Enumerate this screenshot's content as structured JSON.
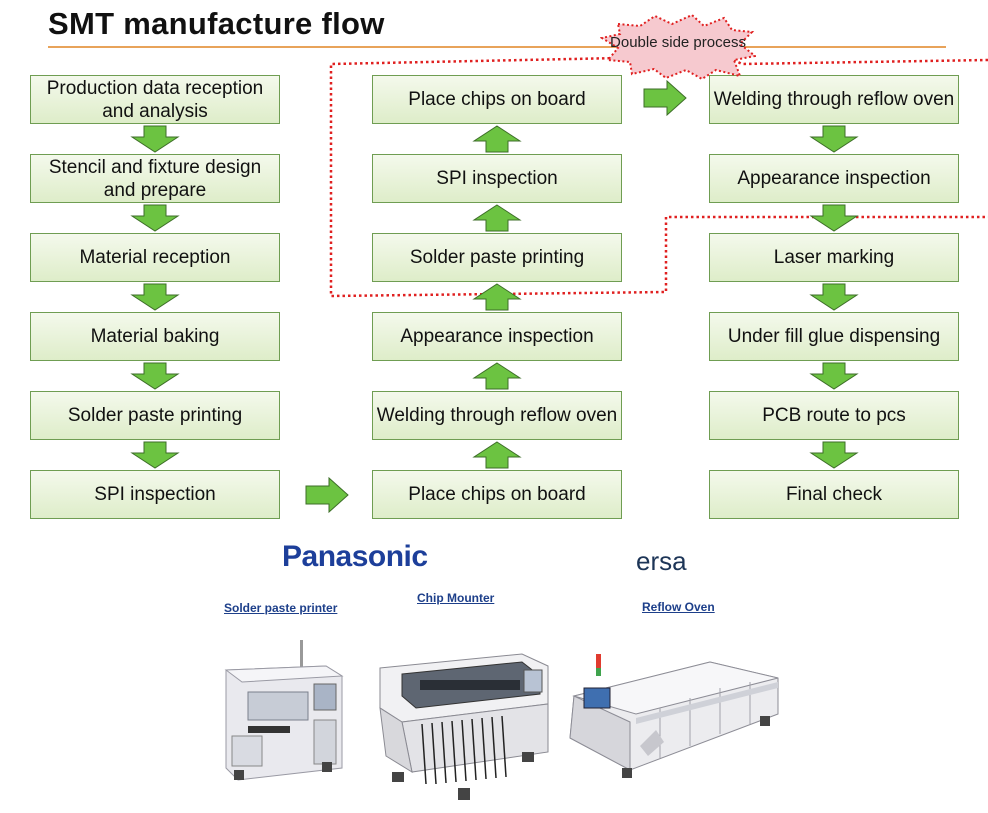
{
  "title": "SMT manufacture flow",
  "callout": {
    "text": "Double side process"
  },
  "columns": {
    "left": [
      "Production data reception and analysis",
      "Stencil and fixture design and prepare",
      "Material reception",
      "Material baking",
      "Solder paste printing",
      "SPI inspection"
    ],
    "middle": [
      "Place chips on board",
      "SPI inspection",
      "Solder paste printing",
      "Appearance inspection",
      "Welding through reflow oven",
      "Place chips on board"
    ],
    "right": [
      "Welding through reflow oven",
      "Appearance inspection",
      "Laser marking",
      "Under fill glue dispensing",
      "PCB route to pcs",
      "Final check"
    ]
  },
  "brands": {
    "panasonic": "Panasonic",
    "ersa": "ersa"
  },
  "captions": {
    "printer": "Solder paste printer",
    "mounter": "Chip Mounter",
    "oven": "Reflow Oven"
  },
  "colors": {
    "arrow": "#6cc341",
    "box_border": "#6f9d52",
    "loop": "#e02020",
    "title_rule": "#e8a35a"
  }
}
